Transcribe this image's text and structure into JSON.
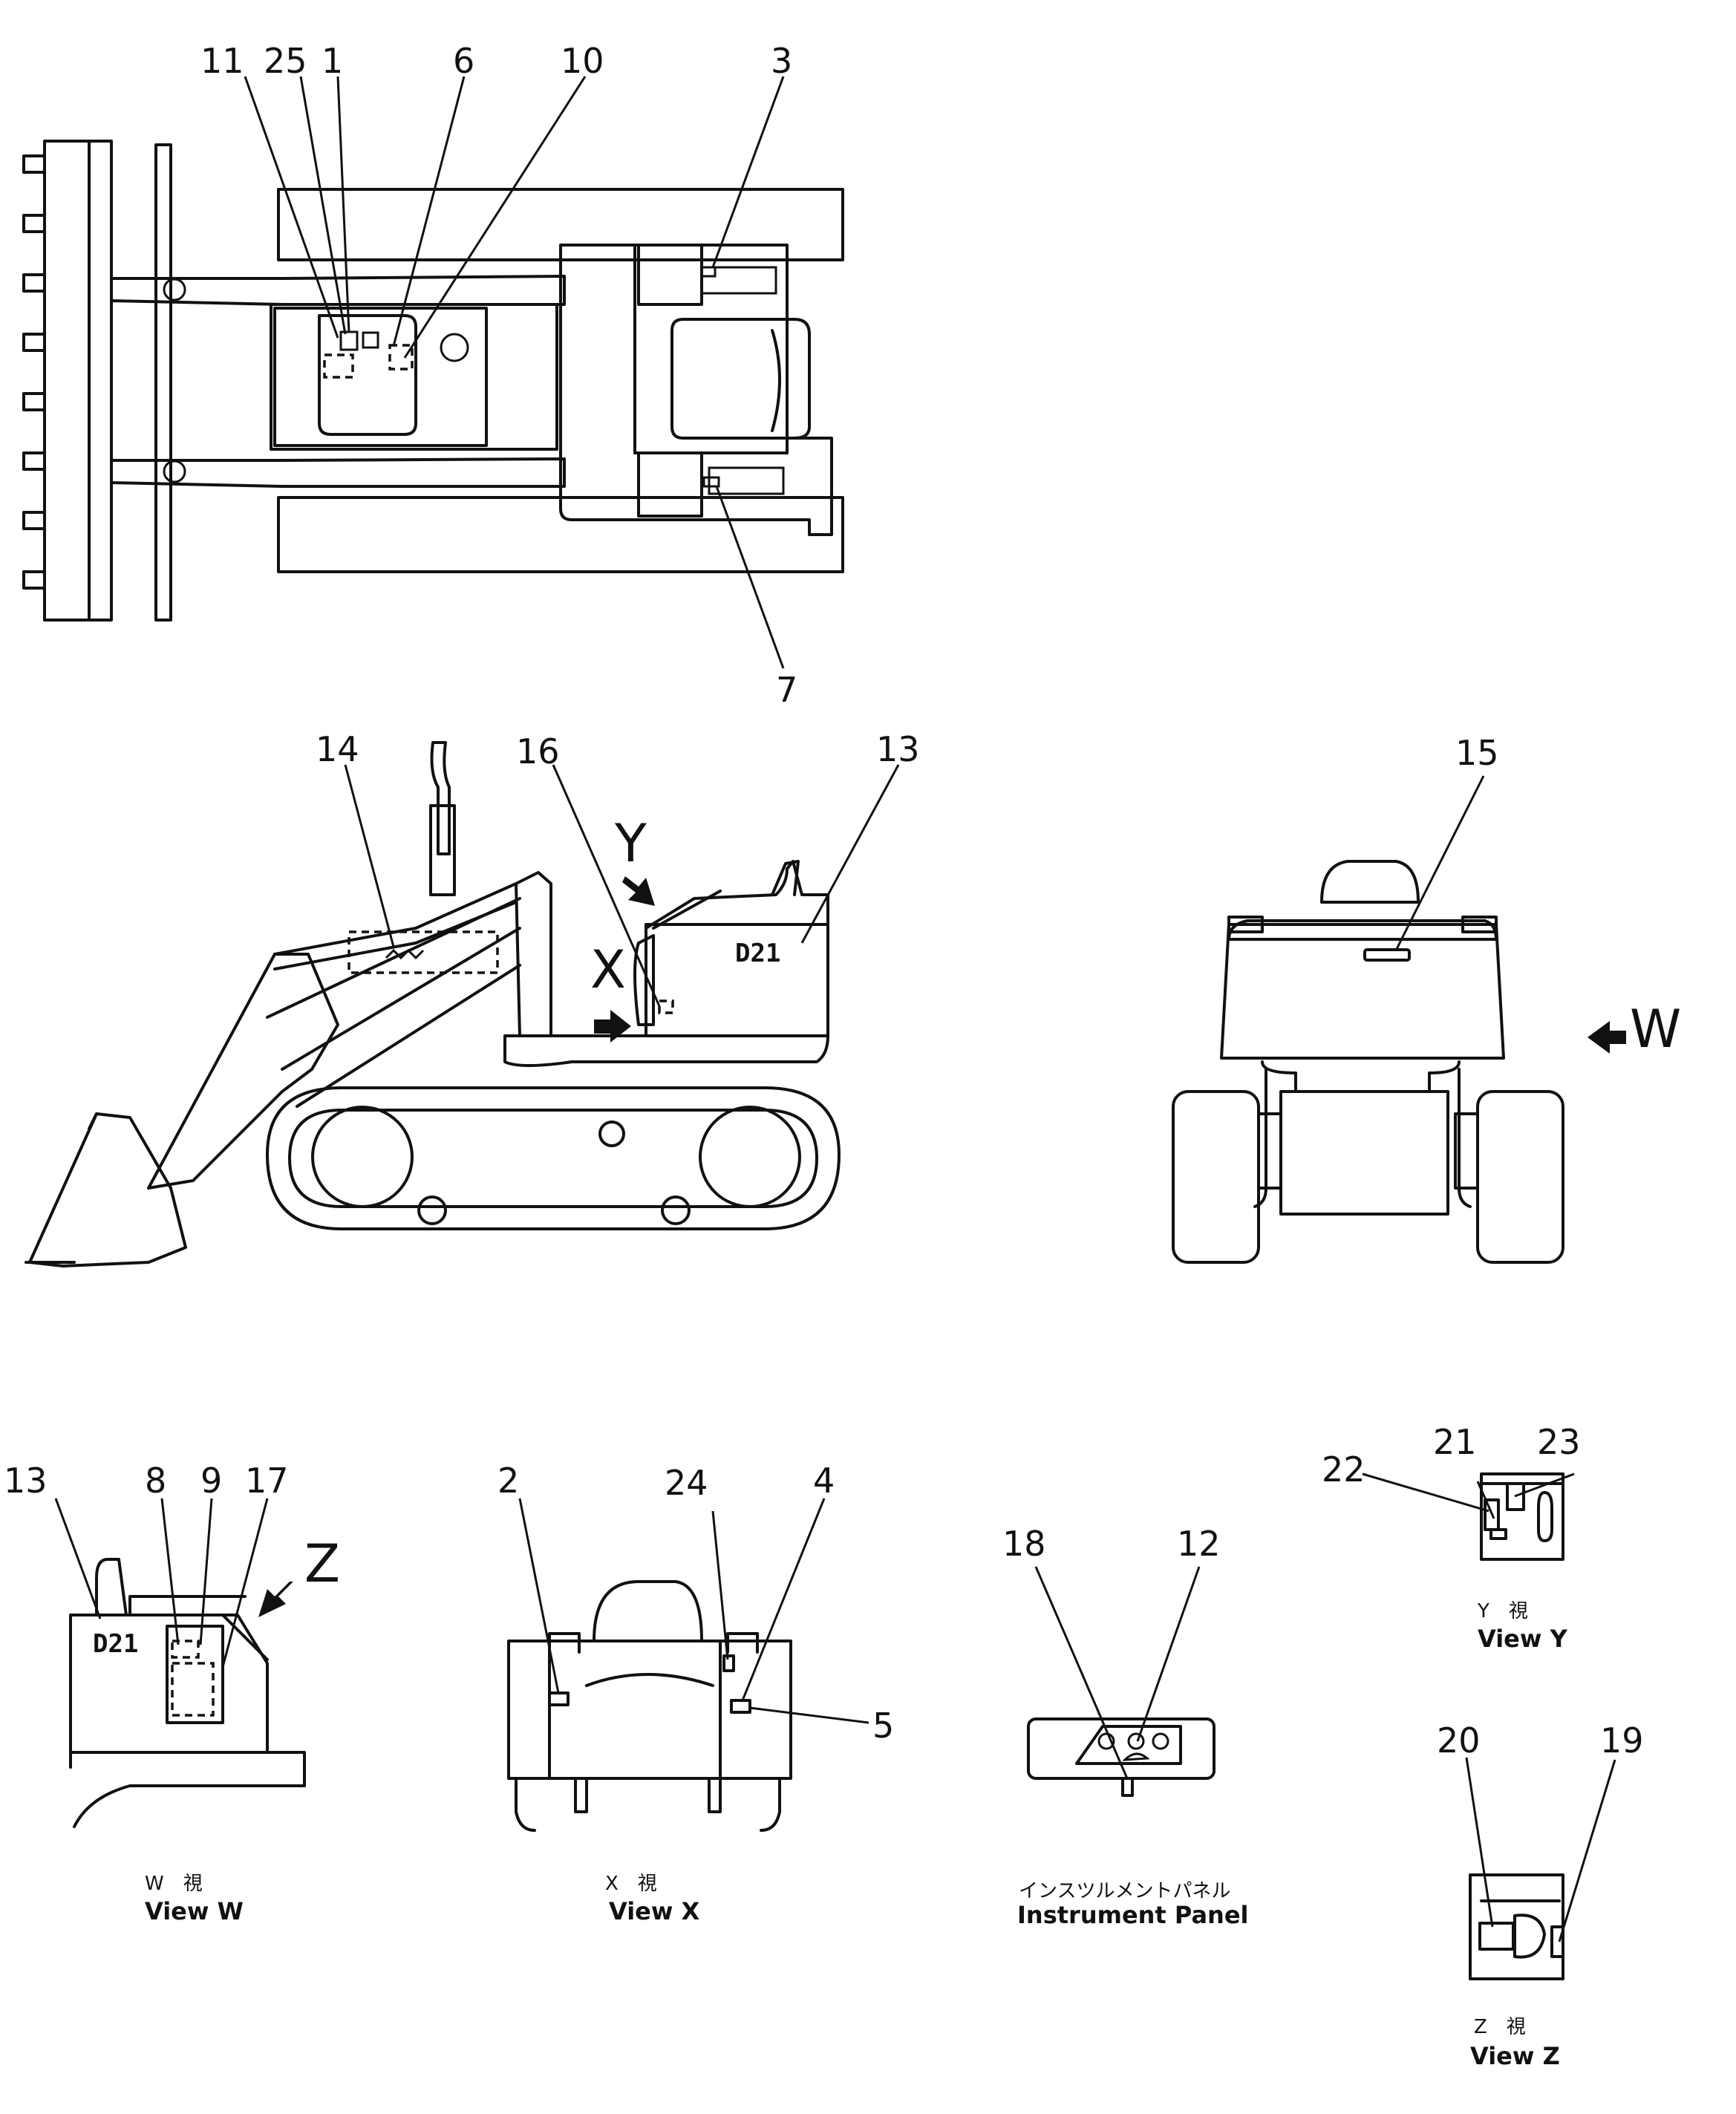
{
  "callouts": {
    "c1": "1",
    "c2": "2",
    "c3": "3",
    "c4": "4",
    "c5": "5",
    "c6": "6",
    "c7": "7",
    "c8": "8",
    "c9": "9",
    "c10": "10",
    "c11": "11",
    "c12": "12",
    "c13_side": "13",
    "c13_w": "13",
    "c14": "14",
    "c15": "15",
    "c16": "16",
    "c17": "17",
    "c18": "18",
    "c19": "19",
    "c20": "20",
    "c21": "21",
    "c22": "22",
    "c23": "23",
    "c24": "24",
    "c25": "25"
  },
  "view_letters": {
    "w": "W",
    "x": "X",
    "y": "Y",
    "z": "Z"
  },
  "model_plate": {
    "side": "D21",
    "view_w": "D21"
  },
  "captions": {
    "view_w_jp": "W　視",
    "view_w_en": "View  W",
    "view_x_jp": "X　視",
    "view_x_en": "View  X",
    "panel_jp": "インスツルメントパネル",
    "panel_en": "Instrument  Panel",
    "view_y_jp": "Y　視",
    "view_y_en": "View  Y",
    "view_z_jp": "Z　視",
    "view_z_en": "View  Z"
  }
}
